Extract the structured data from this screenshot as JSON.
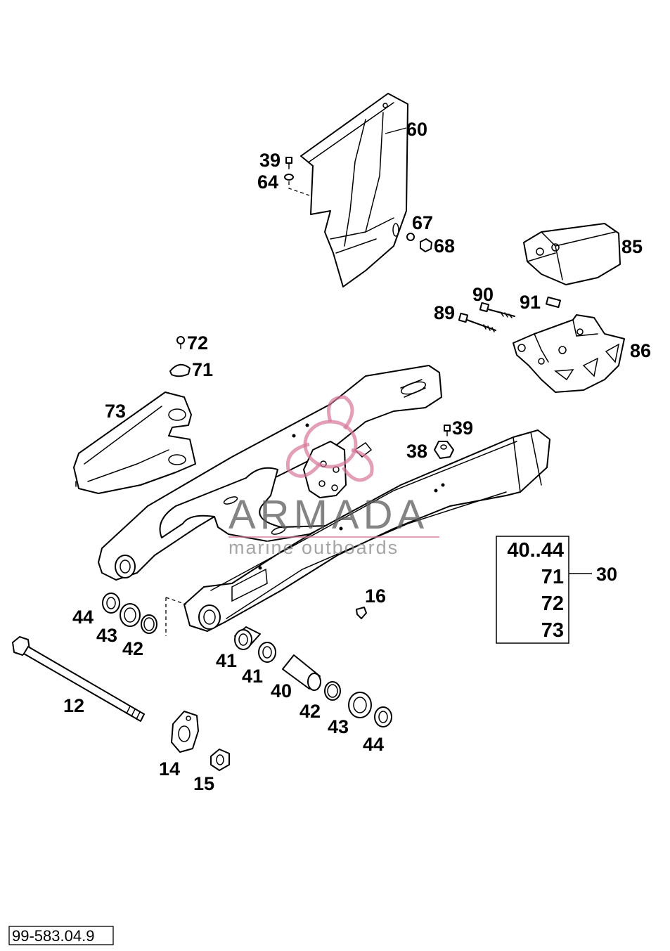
{
  "document_number": "99-583.04.9",
  "watermark": {
    "brand": "ARMADA",
    "tagline": "marine outboards",
    "logo_color": "#d9769a"
  },
  "kit": {
    "rows": [
      "40..44",
      "71",
      "72",
      "73"
    ],
    "part_number": "30"
  },
  "callouts": {
    "c60": "60",
    "c39a": "39",
    "c64": "64",
    "c67": "67",
    "c68": "68",
    "c85": "85",
    "c90": "90",
    "c91": "91",
    "c89": "89",
    "c86": "86",
    "c72": "72",
    "c71": "71",
    "c73": "73",
    "c39b": "39",
    "c38": "38",
    "c44a": "44",
    "c43a": "43",
    "c42a": "42",
    "c16": "16",
    "c41a": "41",
    "c41b": "41",
    "c40": "40",
    "c12": "12",
    "c42b": "42",
    "c43b": "43",
    "c44b": "44",
    "c14": "14",
    "c15": "15"
  }
}
